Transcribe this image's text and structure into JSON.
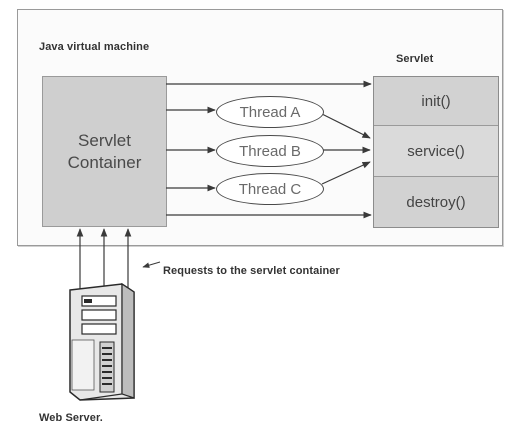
{
  "jvm_label": "Java virtual machine",
  "servlet_label": "Servlet",
  "container": {
    "line1": "Servlet",
    "line2": "Container"
  },
  "threads": [
    "Thread A",
    "Thread B",
    "Thread C"
  ],
  "methods": [
    "init()",
    "service()",
    "destroy()"
  ],
  "requests_caption": "Requests to the servlet container",
  "web_server_label": "Web Server.",
  "colors": {
    "box_fill": "#cfcfcf",
    "line": "#3a3a3a",
    "frame": "#9a9a9a"
  }
}
